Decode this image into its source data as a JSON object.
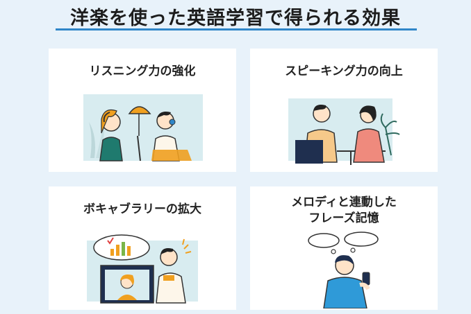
{
  "page": {
    "title": "洋楽を使った英語学習で得られる効果"
  },
  "cards": [
    {
      "label_lines": [
        "リスニング力の強化"
      ],
      "illustration": "listening-illustration"
    },
    {
      "label_lines": [
        "スピーキング力の向上"
      ],
      "illustration": "speaking-illustration"
    },
    {
      "label_lines": [
        "ボキャブラリーの拡大"
      ],
      "illustration": "vocabulary-illustration"
    },
    {
      "label_lines": [
        "メロディと連動した",
        "フレーズ記憶"
      ],
      "illustration": "phrase-memory-illustration"
    }
  ],
  "colors": {
    "background": "#e8f2fa",
    "accent_blue": "#2f86c8",
    "card": "#ffffff",
    "illustration_tint": "#d8ecf0",
    "orange": "#f0a020",
    "teal": "#1f7a6e",
    "coral": "#ef8a7d",
    "navy": "#1f2f4f"
  }
}
